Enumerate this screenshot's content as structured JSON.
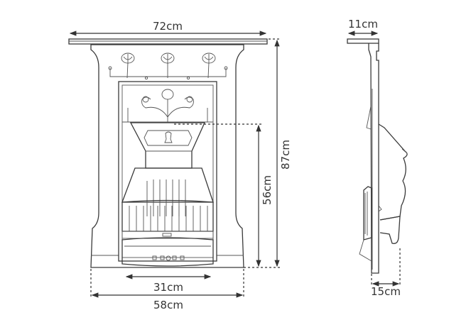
{
  "front_view": {
    "width_shelf_label": "72cm",
    "height_total_label": "87cm",
    "height_opening_label": "56cm",
    "width_opening_label": "31cm",
    "width_base_label": "58cm"
  },
  "side_view": {
    "shelf_depth_label": "11cm",
    "base_depth_label": "15cm"
  },
  "colors": {
    "line": "#3a3a3a",
    "background": "#ffffff"
  }
}
